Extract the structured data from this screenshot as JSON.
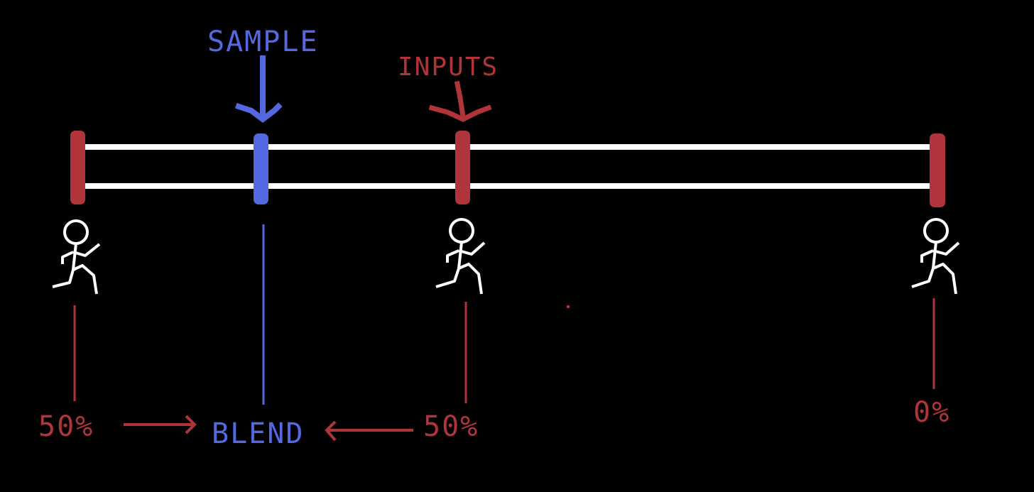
{
  "colors": {
    "background": "#000000",
    "rail": "#ffffff",
    "red": "#b0353a",
    "blue": "#5468e0"
  },
  "labels": {
    "sample": "SAMPLE",
    "inputs": "INPUTS",
    "blend": "BLEND",
    "weight_left": "50%",
    "weight_middle": "50%",
    "weight_right": "0%"
  },
  "icons": {
    "runner": "stick-figure-running-icon",
    "arrow": "arrow-icon"
  }
}
